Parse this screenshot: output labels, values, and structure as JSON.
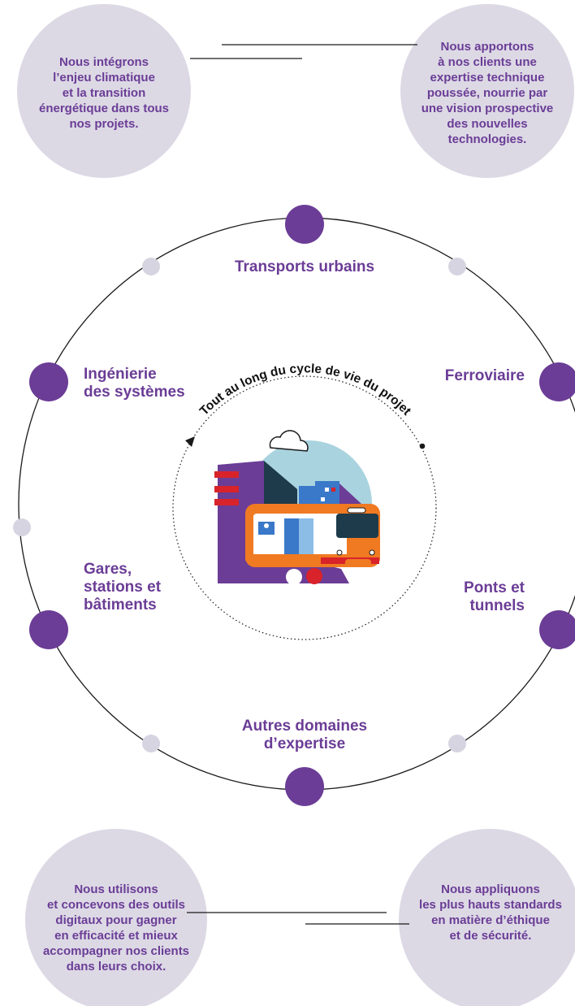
{
  "commitments": {
    "climate": "Nous intégrons\nl’enjeu climatique\net la transition\nénergétique dans tous\nnos projets.",
    "expertise": "Nous apportons\nà nos clients une\nexpertise technique\npoussée, nourrie par\nune vision prospective\ndes nouvelles\ntechnologies.",
    "digital": "Nous utilisons\net concevons des outils\ndigitaux pour gagner\nen efficacité et mieux\naccompagner nos clients\ndans leurs choix.",
    "ethics": "Nous appliquons\nles plus hauts standards\nen matière d’éthique\net de sécurité."
  },
  "domains": {
    "urban": "Transports urbains",
    "rail": "Ferroviaire",
    "systems": "Ingénierie\ndes systèmes",
    "stations": "Gares,\nstations et\nbâtiments",
    "bridges": "Ponts et\ntunnels",
    "other": "Autres domaines\nd’expertise"
  },
  "lifecycle_label": "Tout au long du cycle de vie du projet",
  "colors": {
    "purple": "#6b3d96",
    "bubble": "#dcd9e5",
    "node_small": "#d6d4e0",
    "line": "#1a1a1a"
  }
}
